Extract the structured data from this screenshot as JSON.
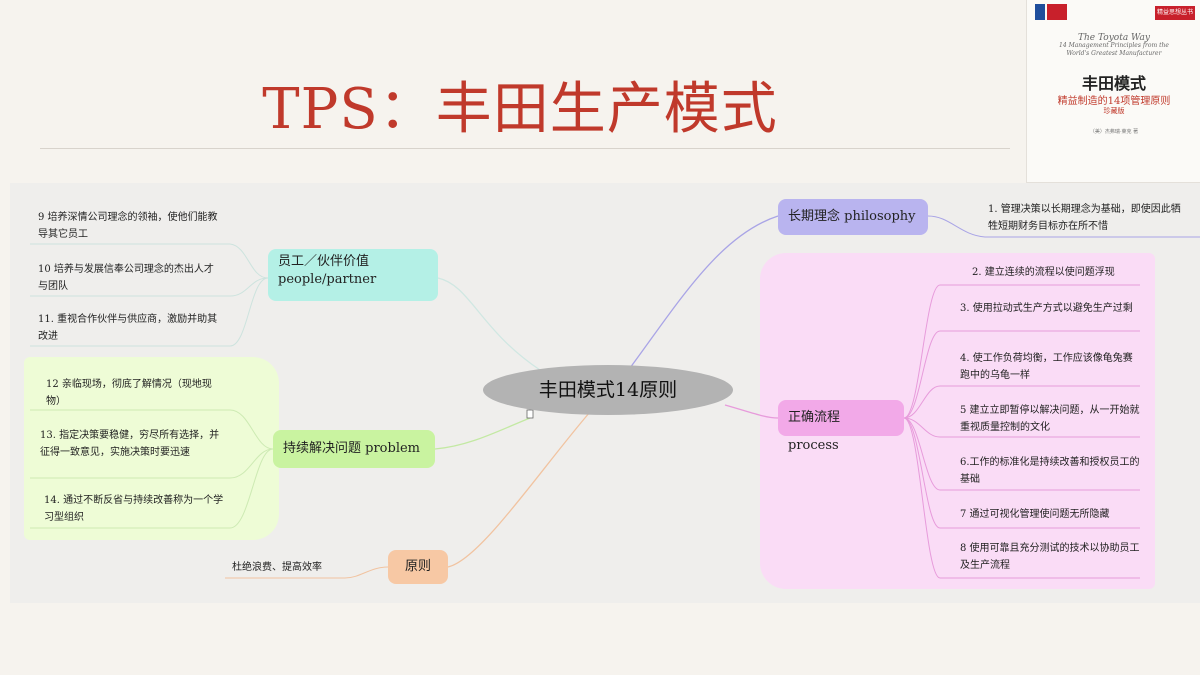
{
  "title": "TPS：丰田生产模式",
  "book": {
    "badge": "精益思想丛书",
    "eng_title": "The Toyota Way",
    "eng_sub1": "14 Management Principles from the",
    "eng_sub2": "World's Greatest Manufacturer",
    "cn_title": "丰田模式",
    "cn_sub": "精益制造的14项管理原则",
    "cn_ed": "珍藏版",
    "authors": "（美）杰弗瑞·莱克 著"
  },
  "mindmap": {
    "center": "丰田模式14原则",
    "branches": {
      "philosophy": {
        "label": "长期理念 philosophy",
        "leaves": [
          "1. 管理决策以长期理念为基础，即使因此牺牲短期财务目标亦在所不惜"
        ]
      },
      "process": {
        "label": "正确流程 process",
        "leaves": [
          "2. 建立连续的流程以使问题浮现",
          "3. 使用拉动式生产方式以避免生产过剩",
          "4. 使工作负荷均衡，工作应该像龟兔赛跑中的乌龟一样",
          "5 建立立即暂停以解决问题，从一开始就重视质量控制的文化",
          "6.工作的标准化是持续改善和授权员工的基础",
          "7 通过可视化管理使问题无所隐藏",
          "8 使用可靠且充分测试的技术以协助员工及生产流程"
        ]
      },
      "people": {
        "label": "员工／伙伴价值 people/partner",
        "leaves": [
          "9 培养深情公司理念的领袖，使他们能教导其它员工",
          "10 培养与发展信奉公司理念的杰出人才与团队",
          "11. 重视合作伙伴与供应商，激励并助其改进"
        ]
      },
      "problem": {
        "label": "持续解决问题 problem",
        "leaves": [
          "12 亲临现场，彻底了解情况（现地现物）",
          "13. 指定决策要稳健，穷尽所有选择，并征得一致意见，实施决策时要迅速",
          "14. 通过不断反省与持续改善称为一个学习型组织"
        ]
      },
      "principle": {
        "label": "原则",
        "leaves": [
          "杜绝浪费、提高效率"
        ]
      }
    }
  },
  "colors": {
    "title": "#c0392b",
    "philosophy": "#b9b4ef",
    "process": "#f2a9e8",
    "people": "#b4f0e6",
    "problem": "#c9f3a0",
    "principle": "#f7c8a4"
  }
}
